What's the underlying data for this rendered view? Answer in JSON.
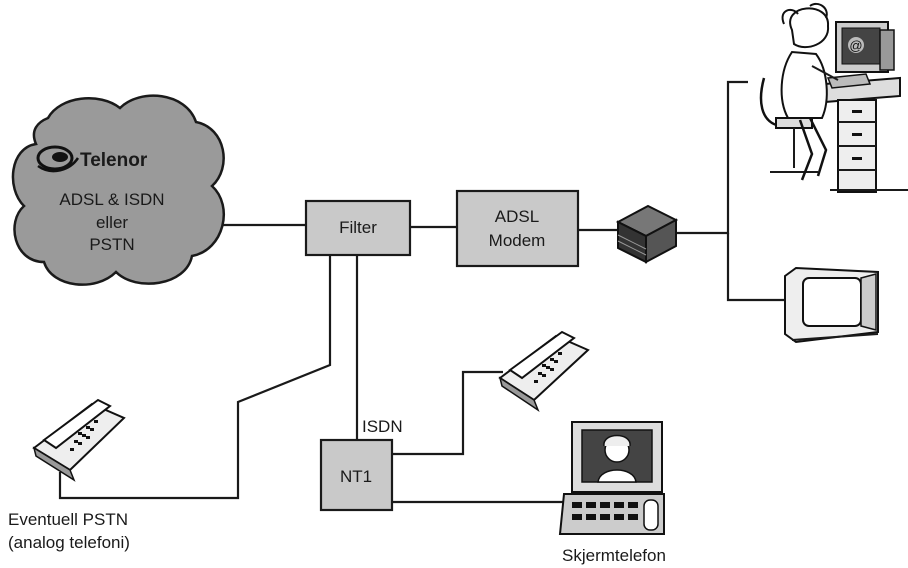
{
  "cloud": {
    "brand": "Telenor",
    "line1": "ADSL & ISDN",
    "line2": "eller",
    "line3": "PSTN"
  },
  "nodes": {
    "filter": "Filter",
    "modem_line1": "ADSL",
    "modem_line2": "Modem",
    "nt1": "NT1",
    "isdn": "ISDN"
  },
  "labels": {
    "analog_phone_line1": "Eventuell PSTN",
    "analog_phone_line2": "(analog telefoni)",
    "screen_phone": "Skjermtelefon"
  },
  "icons": {
    "logo": "telenor-logo",
    "hub": "network-hub-icon",
    "workstation": "computer-user-icon",
    "tv": "tv-icon",
    "analog_phone": "telephone-icon",
    "isdn_phone": "telephone-icon",
    "screen_phone": "videophone-icon"
  },
  "colors": {
    "ink": "#1a1a1a",
    "cloud_fill": "#9a9a9a",
    "box_fill": "#c9c9c9",
    "background": "#ffffff"
  }
}
